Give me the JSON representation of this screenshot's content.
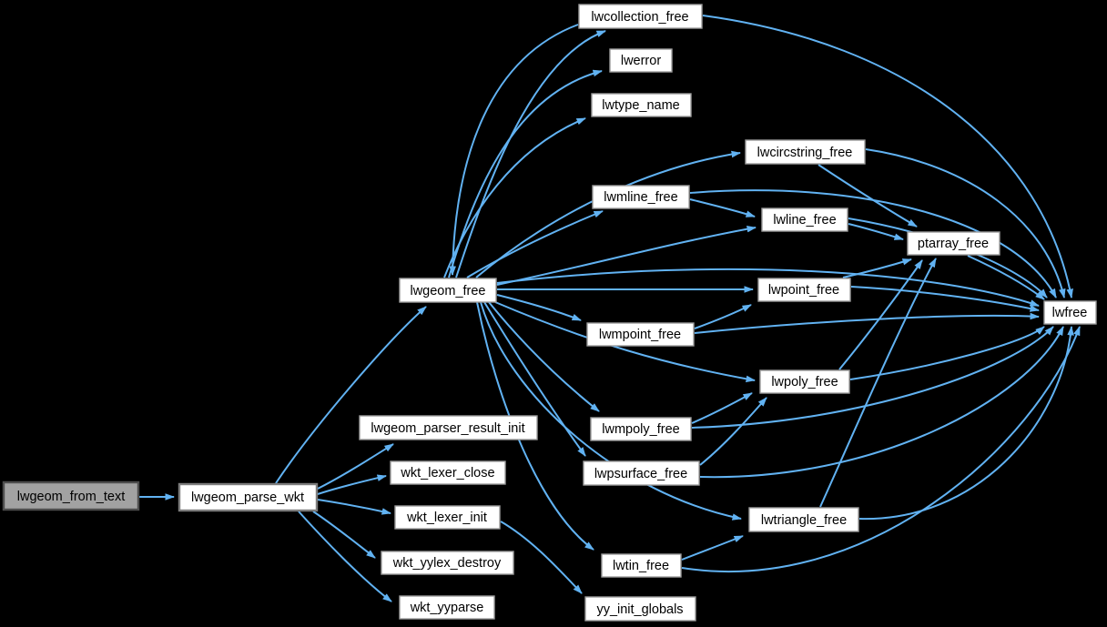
{
  "diagram": {
    "type": "doxygen-call-graph",
    "background_color": "#000000",
    "edge_color": "#61b2f2",
    "node_fill": "#ffffff",
    "node_border": "#9c9c9c",
    "node_text_color": "#000000",
    "highlight_node_fill": "#a2a2a2"
  },
  "nodes": {
    "lwgeom_from_text": {
      "label": "lwgeom_from_text",
      "highlighted": true
    },
    "lwgeom_parse_wkt": {
      "label": "lwgeom_parse_wkt"
    },
    "lwgeom_parser_result_init": {
      "label": "lwgeom_parser_result_init"
    },
    "wkt_lexer_close": {
      "label": "wkt_lexer_close"
    },
    "wkt_lexer_init": {
      "label": "wkt_lexer_init"
    },
    "wkt_yylex_destroy": {
      "label": "wkt_yylex_destroy"
    },
    "wkt_yyparse": {
      "label": "wkt_yyparse"
    },
    "yy_init_globals": {
      "label": "yy_init_globals"
    },
    "lwgeom_free": {
      "label": "lwgeom_free"
    },
    "lwcollection_free": {
      "label": "lwcollection_free"
    },
    "lwerror": {
      "label": "lwerror"
    },
    "lwtype_name": {
      "label": "lwtype_name"
    },
    "lwcircstring_free": {
      "label": "lwcircstring_free"
    },
    "lwmline_free": {
      "label": "lwmline_free"
    },
    "lwline_free": {
      "label": "lwline_free"
    },
    "ptarray_free": {
      "label": "ptarray_free"
    },
    "lwfree": {
      "label": "lwfree"
    },
    "lwpoint_free": {
      "label": "lwpoint_free"
    },
    "lwmpoint_free": {
      "label": "lwmpoint_free"
    },
    "lwpoly_free": {
      "label": "lwpoly_free"
    },
    "lwmpoly_free": {
      "label": "lwmpoly_free"
    },
    "lwpsurface_free": {
      "label": "lwpsurface_free"
    },
    "lwtriangle_free": {
      "label": "lwtriangle_free"
    },
    "lwtin_free": {
      "label": "lwtin_free"
    }
  },
  "edges": [
    {
      "from": "lwgeom_from_text",
      "to": "lwgeom_parse_wkt"
    },
    {
      "from": "lwgeom_parse_wkt",
      "to": "lwgeom_free"
    },
    {
      "from": "lwgeom_parse_wkt",
      "to": "lwgeom_parser_result_init"
    },
    {
      "from": "lwgeom_parse_wkt",
      "to": "wkt_lexer_close"
    },
    {
      "from": "lwgeom_parse_wkt",
      "to": "wkt_lexer_init"
    },
    {
      "from": "lwgeom_parse_wkt",
      "to": "wkt_yylex_destroy"
    },
    {
      "from": "lwgeom_parse_wkt",
      "to": "wkt_yyparse"
    },
    {
      "from": "wkt_lexer_init",
      "to": "yy_init_globals"
    },
    {
      "from": "lwgeom_free",
      "to": "lwcollection_free"
    },
    {
      "from": "lwcollection_free",
      "to": "lwgeom_free"
    },
    {
      "from": "lwcollection_free",
      "to": "lwfree"
    },
    {
      "from": "lwgeom_free",
      "to": "lwerror"
    },
    {
      "from": "lwgeom_free",
      "to": "lwtype_name"
    },
    {
      "from": "lwgeom_free",
      "to": "lwcircstring_free"
    },
    {
      "from": "lwgeom_free",
      "to": "lwmline_free"
    },
    {
      "from": "lwgeom_free",
      "to": "lwline_free"
    },
    {
      "from": "lwgeom_free",
      "to": "lwpoint_free"
    },
    {
      "from": "lwgeom_free",
      "to": "lwmpoint_free"
    },
    {
      "from": "lwgeom_free",
      "to": "lwpoly_free"
    },
    {
      "from": "lwgeom_free",
      "to": "lwmpoly_free"
    },
    {
      "from": "lwgeom_free",
      "to": "lwpsurface_free"
    },
    {
      "from": "lwgeom_free",
      "to": "lwtriangle_free"
    },
    {
      "from": "lwgeom_free",
      "to": "lwtin_free"
    },
    {
      "from": "lwgeom_free",
      "to": "lwfree"
    },
    {
      "from": "lwcircstring_free",
      "to": "ptarray_free"
    },
    {
      "from": "lwcircstring_free",
      "to": "lwfree"
    },
    {
      "from": "lwmline_free",
      "to": "lwline_free"
    },
    {
      "from": "lwmline_free",
      "to": "lwfree"
    },
    {
      "from": "lwline_free",
      "to": "ptarray_free"
    },
    {
      "from": "lwline_free",
      "to": "lwfree"
    },
    {
      "from": "ptarray_free",
      "to": "lwfree"
    },
    {
      "from": "lwpoint_free",
      "to": "ptarray_free"
    },
    {
      "from": "lwpoint_free",
      "to": "lwfree"
    },
    {
      "from": "lwmpoint_free",
      "to": "lwpoint_free"
    },
    {
      "from": "lwmpoint_free",
      "to": "lwfree"
    },
    {
      "from": "lwpoly_free",
      "to": "ptarray_free"
    },
    {
      "from": "lwpoly_free",
      "to": "lwfree"
    },
    {
      "from": "lwmpoly_free",
      "to": "lwpoly_free"
    },
    {
      "from": "lwmpoly_free",
      "to": "lwfree"
    },
    {
      "from": "lwpsurface_free",
      "to": "lwpoly_free"
    },
    {
      "from": "lwpsurface_free",
      "to": "lwfree"
    },
    {
      "from": "lwtriangle_free",
      "to": "ptarray_free"
    },
    {
      "from": "lwtriangle_free",
      "to": "lwfree"
    },
    {
      "from": "lwtin_free",
      "to": "lwtriangle_free"
    },
    {
      "from": "lwtin_free",
      "to": "lwfree"
    }
  ]
}
